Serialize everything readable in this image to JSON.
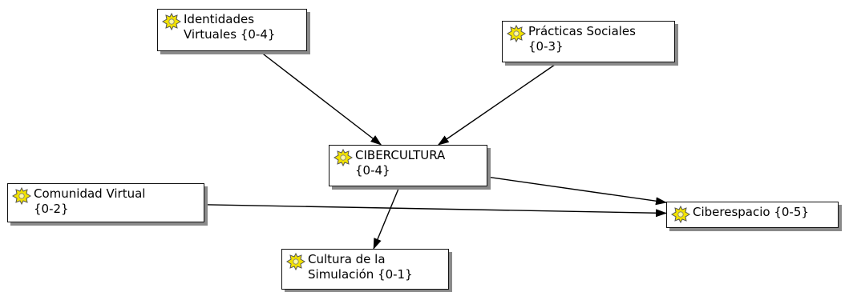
{
  "nodes": [
    {
      "id": "identidades",
      "lines": [
        "Identidades",
        "Virtuales {0-4}"
      ]
    },
    {
      "id": "practicas",
      "lines": [
        "Prácticas Sociales",
        "{0-3}"
      ]
    },
    {
      "id": "cibercultura",
      "lines": [
        "CIBERCULTURA",
        "{0-4}"
      ]
    },
    {
      "id": "comunidad",
      "lines": [
        "Comunidad Virtual",
        "{0-2}"
      ]
    },
    {
      "id": "ciberespacio",
      "lines": [
        "Ciberespacio {0-5}"
      ]
    },
    {
      "id": "cultura",
      "lines": [
        "Cultura de la",
        "Simulación {0-1}"
      ]
    }
  ],
  "edges": [
    {
      "from": "identidades",
      "to": "cibercultura"
    },
    {
      "from": "practicas",
      "to": "cibercultura"
    },
    {
      "from": "cibercultura",
      "to": "ciberespacio"
    },
    {
      "from": "comunidad",
      "to": "ciberespacio"
    },
    {
      "from": "cibercultura",
      "to": "cultura"
    }
  ],
  "colors": {
    "node_icon": "#f2e200",
    "border": "#111111",
    "shadow": "#8a8a8a",
    "edge": "#000000"
  },
  "icon": "network-node-icon"
}
